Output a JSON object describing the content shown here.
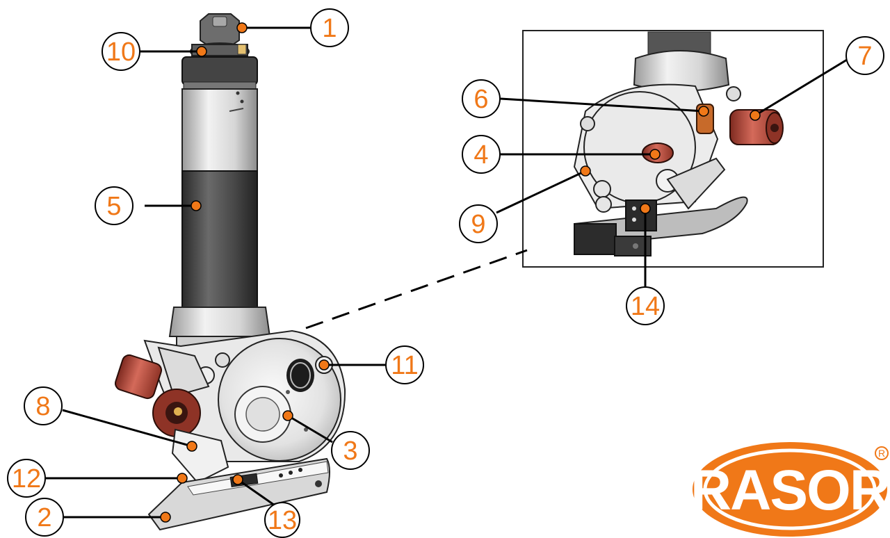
{
  "colors": {
    "accent": "#f07818",
    "leader": "#000000",
    "metal_light": "#e6e6e6",
    "metal_mid": "#b8b8b8",
    "grip_dark": "#3c3c3c",
    "knob_red": "#b5483a"
  },
  "callouts": [
    {
      "id": "c1",
      "label": "1"
    },
    {
      "id": "c2",
      "label": "2"
    },
    {
      "id": "c3",
      "label": "3"
    },
    {
      "id": "c4",
      "label": "4"
    },
    {
      "id": "c5",
      "label": "5"
    },
    {
      "id": "c6",
      "label": "6"
    },
    {
      "id": "c7",
      "label": "7"
    },
    {
      "id": "c8",
      "label": "8"
    },
    {
      "id": "c9",
      "label": "9"
    },
    {
      "id": "c10",
      "label": "10"
    },
    {
      "id": "c11",
      "label": "11"
    },
    {
      "id": "c12",
      "label": "12"
    },
    {
      "id": "c13",
      "label": "13"
    },
    {
      "id": "c14",
      "label": "14"
    }
  ],
  "logo": {
    "text": "RASOR",
    "registered": "R"
  }
}
